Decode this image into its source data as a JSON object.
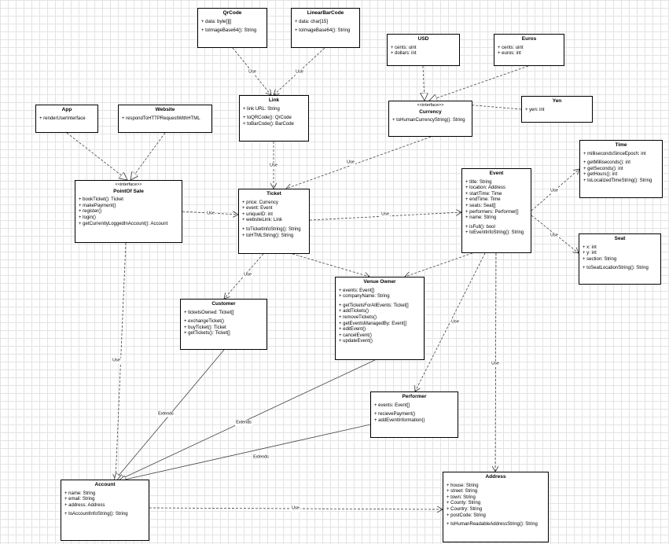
{
  "classes": {
    "qrcode": {
      "name": "QrCode",
      "attrs": [
        "+ data: byte[][]"
      ],
      "methods": [
        "+ toImageBase64(): String"
      ]
    },
    "linearbarcode": {
      "name": "LinearBarCode",
      "attrs": [
        "+ data: char[15]"
      ],
      "methods": [
        "+ toImageBase64(): String"
      ]
    },
    "usd": {
      "name": "USD",
      "attrs": [
        "+ cents: uint",
        "+ dollars: int"
      ],
      "methods": []
    },
    "euros": {
      "name": "Euros",
      "attrs": [
        "+ cents: uint",
        "+ euros: int"
      ],
      "methods": []
    },
    "app": {
      "name": "App",
      "attrs": [],
      "methods": [
        "+ renderUserInterface"
      ]
    },
    "website": {
      "name": "Website",
      "attrs": [],
      "methods": [
        "+ respondToHTTPRequestWithHTML"
      ]
    },
    "link": {
      "name": "Link",
      "attrs": [
        "+ link URL: String"
      ],
      "methods": [
        "+ toQRCode(): QrCode",
        "+ toBarCode(): BarCode"
      ]
    },
    "currency": {
      "stereotype": "<<interface>>",
      "name": "Currency",
      "attrs": [],
      "methods": [
        "+ toHumanCurrencyString(): String"
      ]
    },
    "yen": {
      "name": "Yen",
      "attrs": [
        "+ yen: int"
      ],
      "methods": []
    },
    "time": {
      "name": "Time",
      "attrs": [
        "+ millisecondsSinceEpoch: int"
      ],
      "methods": [
        "+ getMilliseconds(): int",
        "+ getSeconds(): int",
        "+ getHours(): int",
        "+ toLocalizedTimeString(): String"
      ]
    },
    "pointofsale": {
      "stereotype": "<<interface>>",
      "name": "PointOf Sale",
      "attrs": [],
      "methods": [
        "+ bookTicket(): Ticket",
        "+ makePayment()",
        "+ register()",
        "+ login()",
        "+ getCurrentlyLoggedInAccount(): Account"
      ]
    },
    "ticket": {
      "name": "Ticket",
      "attrs": [
        "+ price: Currency",
        "+ event: Event",
        "+ uniqueID: int",
        "+ websiteLink: Link"
      ],
      "methods": [
        "+ toTicketInfoString(): String",
        "+ toHTMLString(): String"
      ]
    },
    "event": {
      "name": "Event",
      "attrs": [
        "+ title: String",
        "+ location: Address",
        "+ startTime: Time",
        "+ endTime: Time",
        "+ seats: Seat[]",
        "+ performers: Performer[]",
        "+ name: String"
      ],
      "methods": [
        "+ isFull(): bool",
        "+ toEventInfoString(): String"
      ]
    },
    "seat": {
      "name": "Seat",
      "attrs": [
        "+ x: int",
        "+ y: int",
        "+ section: String"
      ],
      "methods": [
        "+ toSeatLocationString(): String"
      ]
    },
    "customer": {
      "name": "Customer",
      "attrs": [
        "+ ticketsOwned: Ticket[]"
      ],
      "methods": [
        "+ exchangeTicket()",
        "+ buyTicket(): Ticket",
        "+ getTickets(): Ticket[]"
      ]
    },
    "venueowner": {
      "name": "Venue Owner",
      "attrs": [
        "+ events: Event[]",
        "+ companyName: String"
      ],
      "methods": [
        "+ getTicketsForAllEvents: Ticket[]",
        "+ addTickets()",
        "+ removeTickets()",
        "+ getEventsManagedBy: Event[]",
        "+ editEvent()",
        "+ cancelEvent()",
        "+ updateEvent()"
      ]
    },
    "performer": {
      "name": "Performer",
      "attrs": [
        "+ events: Event[]"
      ],
      "methods": [
        "+ recievePayment()",
        "+ addEventInformation()"
      ]
    },
    "account": {
      "name": "Account",
      "attrs": [
        "+ name: String",
        "+ email: String",
        "+ address: Address"
      ],
      "methods": [
        "+ toAccountInfoString(): String"
      ]
    },
    "address": {
      "name": "Address",
      "attrs": [
        "+ house: String",
        "+ street: String",
        "+ town: String",
        "+ County: String",
        "+ Country: String",
        "+ postCode: String"
      ],
      "methods": [
        "+ toHumanReadableAddressString(): String"
      ]
    }
  },
  "relations": [
    {
      "id": "qr-link",
      "label": "Use"
    },
    {
      "id": "bar-link",
      "label": "Use"
    },
    {
      "id": "usd-cur",
      "label": ""
    },
    {
      "id": "euro-cur",
      "label": ""
    },
    {
      "id": "yen-cur",
      "label": ""
    },
    {
      "id": "app-pos",
      "label": ""
    },
    {
      "id": "web-pos",
      "label": ""
    },
    {
      "id": "link-ticket",
      "label": "Use"
    },
    {
      "id": "cur-ticket",
      "label": "Use"
    },
    {
      "id": "pos-ticket",
      "label": "Use"
    },
    {
      "id": "ticket-event",
      "label": "Use"
    },
    {
      "id": "event-time",
      "label": "Use"
    },
    {
      "id": "event-seat",
      "label": "Use"
    },
    {
      "id": "ticket-customer",
      "label": "Use"
    },
    {
      "id": "ticket-venue",
      "label": ""
    },
    {
      "id": "event-venue",
      "label": ""
    },
    {
      "id": "pos-account",
      "label": "Use"
    },
    {
      "id": "event-performer",
      "label": "Use"
    },
    {
      "id": "event-address",
      "label": "Use"
    },
    {
      "id": "customer-account",
      "label": "Extends"
    },
    {
      "id": "venue-account",
      "label": "Extends"
    },
    {
      "id": "performer-account",
      "label": "Extends"
    },
    {
      "id": "account-address",
      "label": "Use"
    }
  ]
}
